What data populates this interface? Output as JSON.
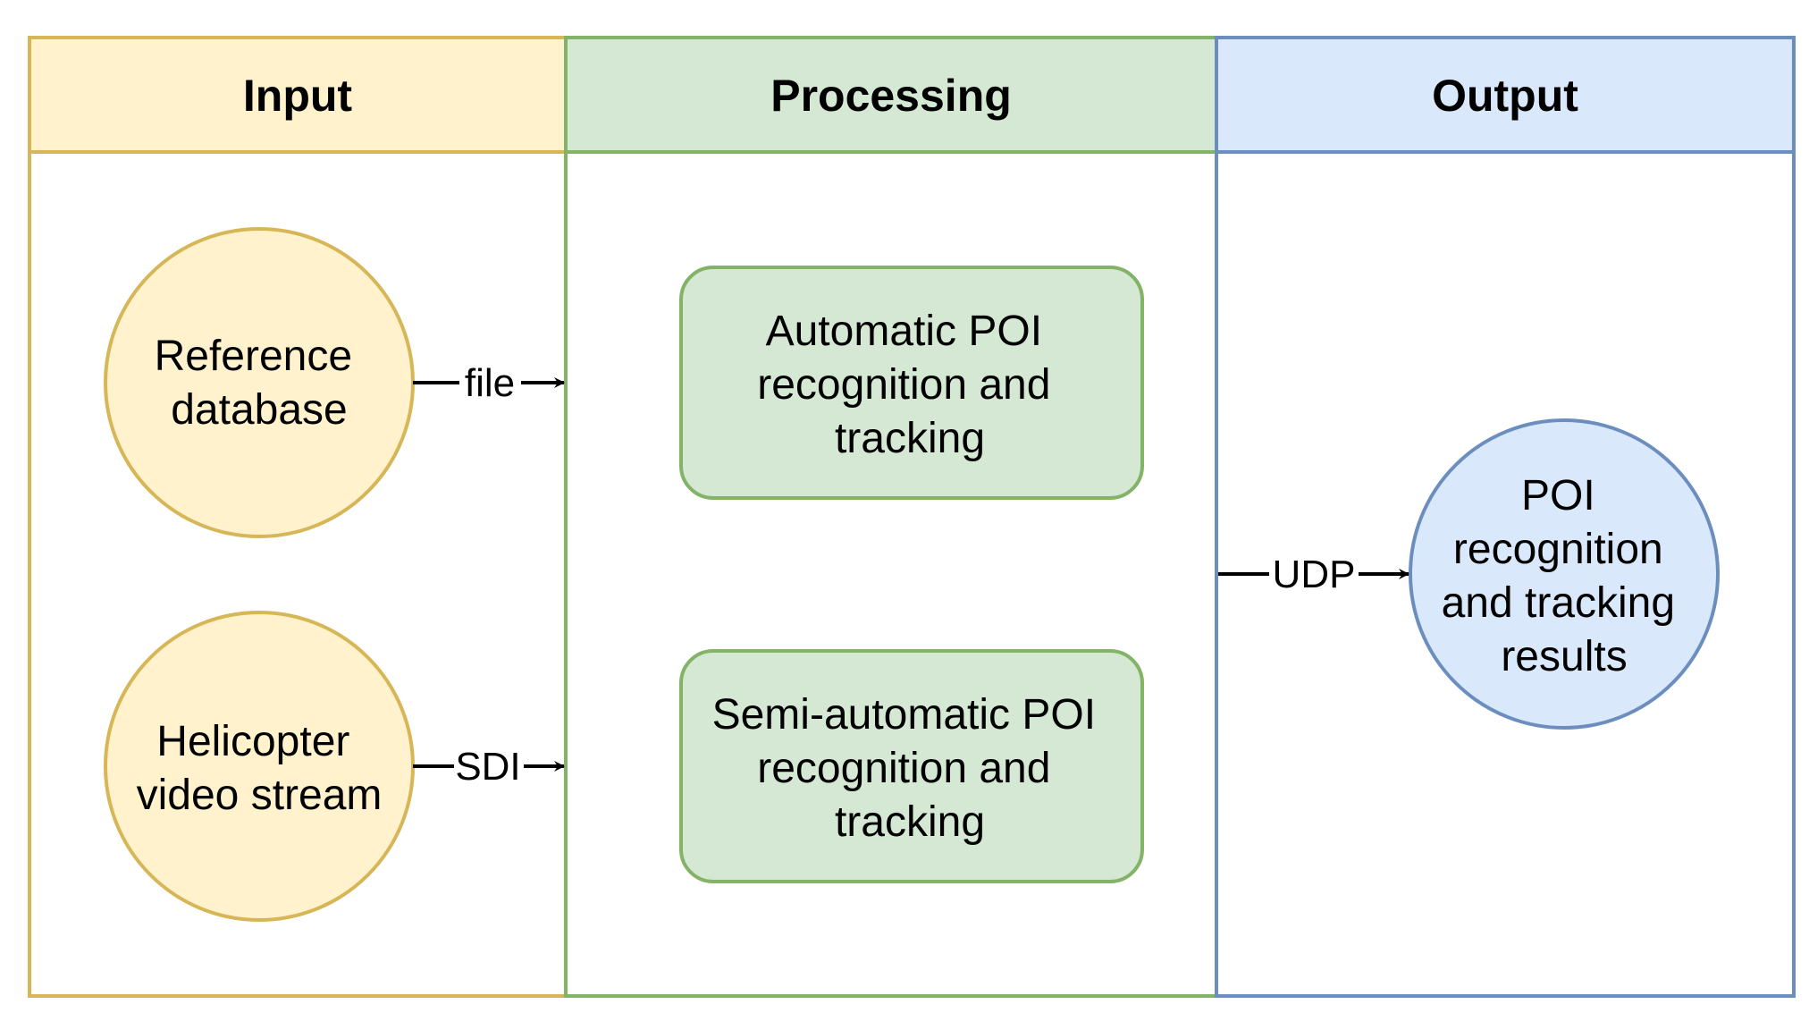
{
  "lanes": {
    "input": {
      "title": "Input",
      "stroke": "#d6b656",
      "fill": "#fff2cc"
    },
    "processing": {
      "title": "Processing",
      "stroke": "#82b366",
      "fill": "#d5e8d4"
    },
    "output": {
      "title": "Output",
      "stroke": "#6c8ebf",
      "fill": "#dae8fc"
    }
  },
  "nodes": {
    "reference_db": {
      "lines": [
        "Reference",
        "database"
      ],
      "shape": "circle"
    },
    "helicopter_video": {
      "lines": [
        "Helicopter",
        "video stream"
      ],
      "shape": "circle"
    },
    "auto_poi": {
      "lines": [
        "Automatic POI",
        "recognition and",
        "tracking"
      ],
      "shape": "rounded-rect"
    },
    "semi_poi": {
      "lines": [
        "Semi-automatic POI",
        "recognition and",
        "tracking"
      ],
      "shape": "rounded-rect"
    },
    "results": {
      "lines": [
        "POI",
        "recognition",
        "and tracking",
        "results"
      ],
      "shape": "circle"
    }
  },
  "edges": {
    "file": {
      "label": "file"
    },
    "sdi": {
      "label": "SDI"
    },
    "udp": {
      "label": "UDP"
    }
  }
}
